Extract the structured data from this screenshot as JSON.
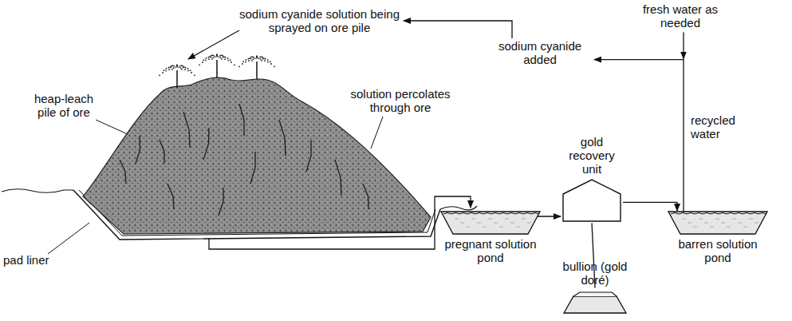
{
  "diagram": {
    "nodes": [
      {
        "text": [
          "pregnant solution pond"
        ]
      },
      {
        "text": [
          "gold recovery unit"
        ]
      },
      {
        "text": [
          "barren solution pond"
        ]
      },
      {
        "text": [
          "sodium cyanide added"
        ]
      },
      {
        "text": [
          "sodium cyanide solution being sprayed on ore pile"
        ]
      },
      {
        "text": [
          "bullion (gold doré)"
        ]
      }
    ],
    "edges": [
      {
        "from": 0,
        "to": 1,
        "arrow": "to"
      },
      {
        "from": 1,
        "to": 2,
        "arrow": "to"
      },
      {
        "from": 2,
        "to": 3,
        "label": "recycled water",
        "arrow": "to"
      },
      {
        "from": 3,
        "to": 4,
        "arrow": "to"
      },
      {
        "from": 1,
        "to": 5,
        "arrow": "none"
      }
    ],
    "labels": [
      "heap-leach pile of ore",
      "solution percolates through ore",
      "pad liner",
      "fresh water as needed"
    ]
  }
}
